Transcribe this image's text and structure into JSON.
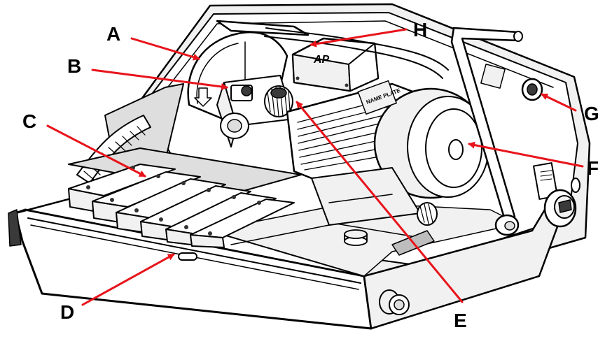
{
  "figure": {
    "description_labels": [
      "A",
      "B",
      "C",
      "D",
      "E",
      "F",
      "G",
      "H"
    ],
    "motor_plate_text": "NAME PLATE",
    "motor_logo_text": "AP",
    "arrow_color": "#e8141b",
    "line_color": "#000000"
  },
  "callouts": [
    {
      "id": "A",
      "text": "A"
    },
    {
      "id": "B",
      "text": "B"
    },
    {
      "id": "C",
      "text": "C"
    },
    {
      "id": "D",
      "text": "D"
    },
    {
      "id": "E",
      "text": "E"
    },
    {
      "id": "F",
      "text": "F"
    },
    {
      "id": "G",
      "text": "G"
    },
    {
      "id": "H",
      "text": "H"
    }
  ]
}
